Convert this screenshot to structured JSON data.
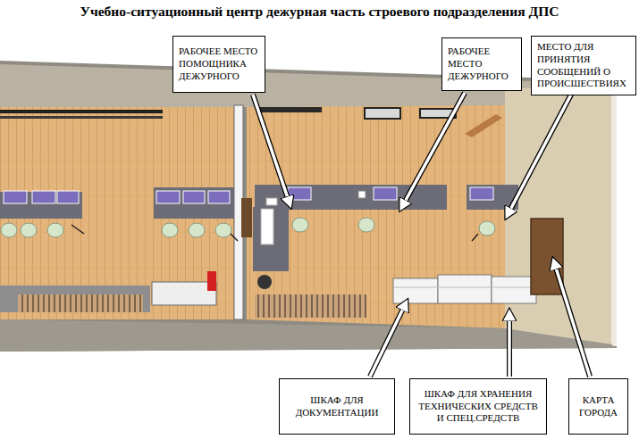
{
  "diagram": {
    "title": "Учебно-ситуационный центр дежурная часть строевого подразделения ДПС",
    "nodes": [
      {
        "text": [
          "РАБОЧЕЕ МЕСТО ПОМОЩНИКА ДЕЖУРНОГО"
        ]
      },
      {
        "text": [
          "РАБОЧЕЕ МЕСТО ДЕЖУРНОГО"
        ]
      },
      {
        "text": [
          "МЕСТО ДЛЯ ПРИНЯТИЯ СООБЩЕНИЙ О ПРОИСШЕСТВИЯХ"
        ]
      },
      {
        "text": [
          "ШКАФ ДЛЯ ДОКУМЕНТАЦИИ"
        ]
      },
      {
        "text": [
          "ШКАФ ДЛЯ ХРАНЕНИЯ ТЕХНИЧЕСКИХ СРЕДСТВ И СПЕЦ.СРЕДСТВ"
        ]
      },
      {
        "text": [
          "КАРТА ГОРОДА"
        ]
      }
    ]
  }
}
